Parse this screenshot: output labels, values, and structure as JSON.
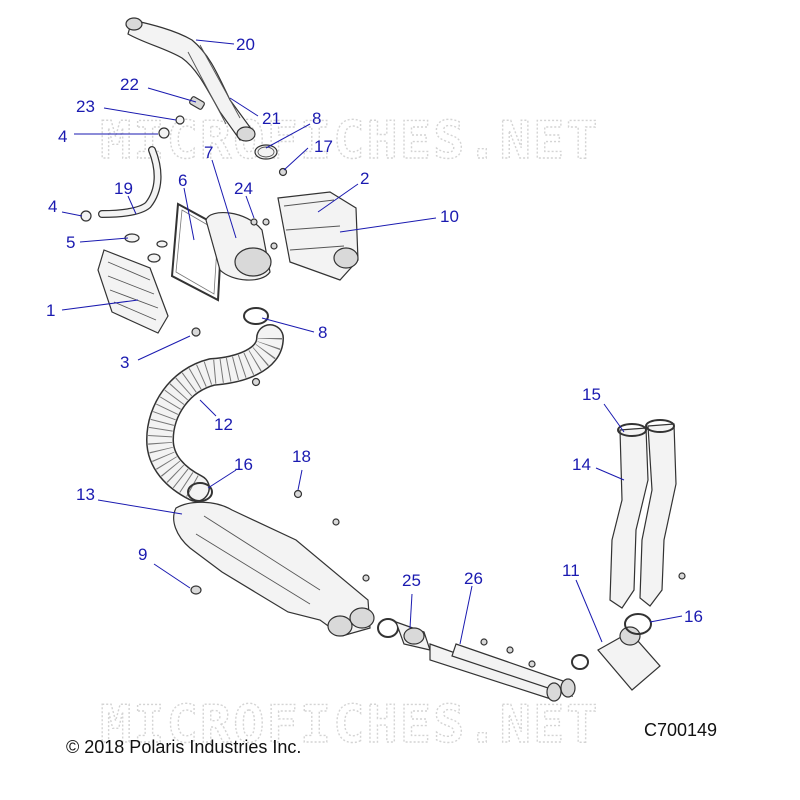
{
  "watermark": "MICROFICHES.NET",
  "copyright": "© 2018 Polaris Industries Inc.",
  "drawing_code": "C700149",
  "callouts": [
    "20",
    "22",
    "21",
    "23",
    "8",
    "4",
    "17",
    "7",
    "6",
    "24",
    "2",
    "19",
    "4",
    "10",
    "5",
    "1",
    "8",
    "3",
    "12",
    "15",
    "16",
    "18",
    "14",
    "13",
    "9",
    "25",
    "26",
    "11",
    "16"
  ]
}
